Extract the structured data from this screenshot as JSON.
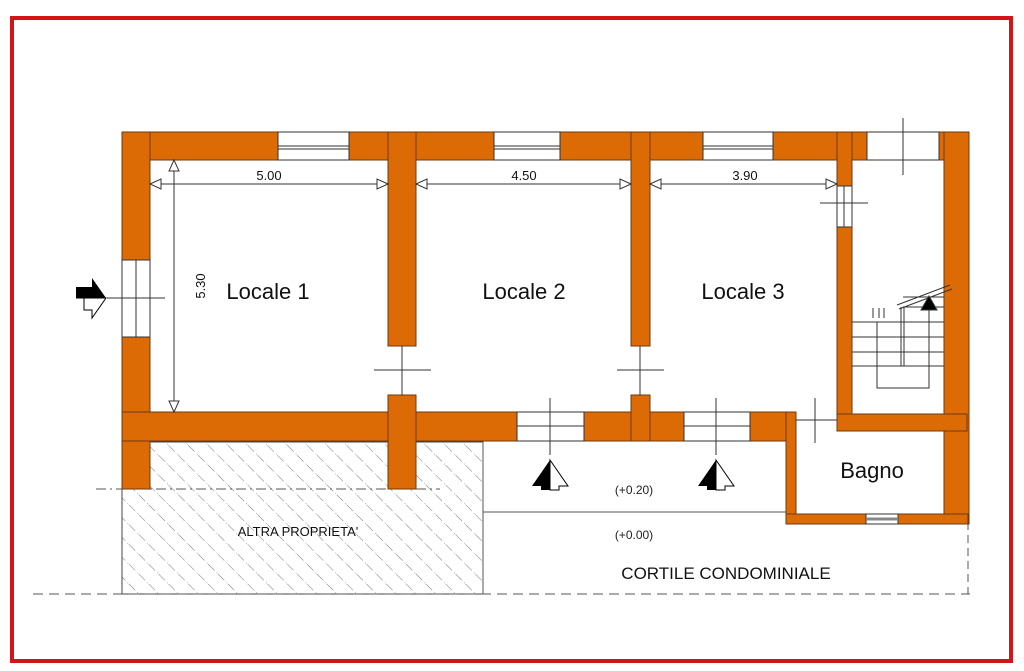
{
  "drawing": {
    "type": "floor-plan",
    "colors": {
      "frame": "#d0161a",
      "wall": "#dc6a05",
      "wall_outline": "#6b3a12",
      "line": "#333333",
      "hatch": "#555555"
    },
    "rooms": [
      {
        "id": "locale-1",
        "label": "Locale 1"
      },
      {
        "id": "locale-2",
        "label": "Locale 2"
      },
      {
        "id": "locale-3",
        "label": "Locale 3"
      },
      {
        "id": "bagno",
        "label": "Bagno"
      }
    ],
    "dimensions": {
      "locale_1_width": "5.00",
      "locale_2_width": "4.50",
      "locale_3_width": "3.90",
      "locale_1_depth": "5.30"
    },
    "levels": {
      "raised": "(+0.20)",
      "ground": "(+0.00)"
    },
    "areas": {
      "other_property": "ALTRA PROPRIETA'",
      "courtyard": "CORTILE CONDOMINIALE"
    },
    "entrance_markers": [
      {
        "id": "entrance-left",
        "direction": "right"
      },
      {
        "id": "entrance-locale-2",
        "direction": "up"
      },
      {
        "id": "entrance-locale-3",
        "direction": "up"
      },
      {
        "id": "stair-up",
        "direction": "up"
      }
    ]
  }
}
